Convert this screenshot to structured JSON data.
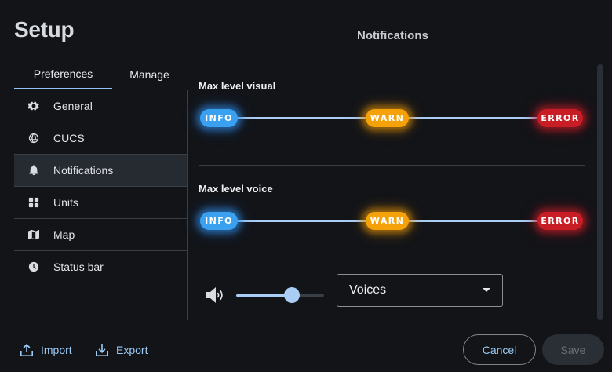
{
  "app": {
    "title": "Setup"
  },
  "tabs": [
    {
      "label": "Preferences",
      "active": true
    },
    {
      "label": "Manage",
      "active": false
    }
  ],
  "sidebar": {
    "items": [
      {
        "label": "General",
        "icon": "gear-icon"
      },
      {
        "label": "CUCS",
        "icon": "globe-icon"
      },
      {
        "label": "Notifications",
        "icon": "bell-icon",
        "active": true
      },
      {
        "label": "Units",
        "icon": "grid-icon"
      },
      {
        "label": "Map",
        "icon": "map-icon"
      },
      {
        "label": "Status bar",
        "icon": "clock-icon"
      }
    ]
  },
  "main": {
    "section_title": "Notifications",
    "visual": {
      "label": "Max level visual",
      "levels": [
        "INFO",
        "WARN",
        "ERROR"
      ]
    },
    "voice": {
      "label": "Max level voice",
      "levels": [
        "INFO",
        "WARN",
        "ERROR"
      ]
    },
    "volume": {
      "value": 0.63
    },
    "voices_select": {
      "value": "Voices"
    }
  },
  "colors": {
    "accent": "#9ccbf6",
    "info": "#3aa0f0",
    "warn": "#f5a20a",
    "error": "#c81d25",
    "background": "#121418"
  },
  "footer": {
    "import_label": "Import",
    "export_label": "Export",
    "cancel_label": "Cancel",
    "save_label": "Save",
    "save_enabled": false
  }
}
